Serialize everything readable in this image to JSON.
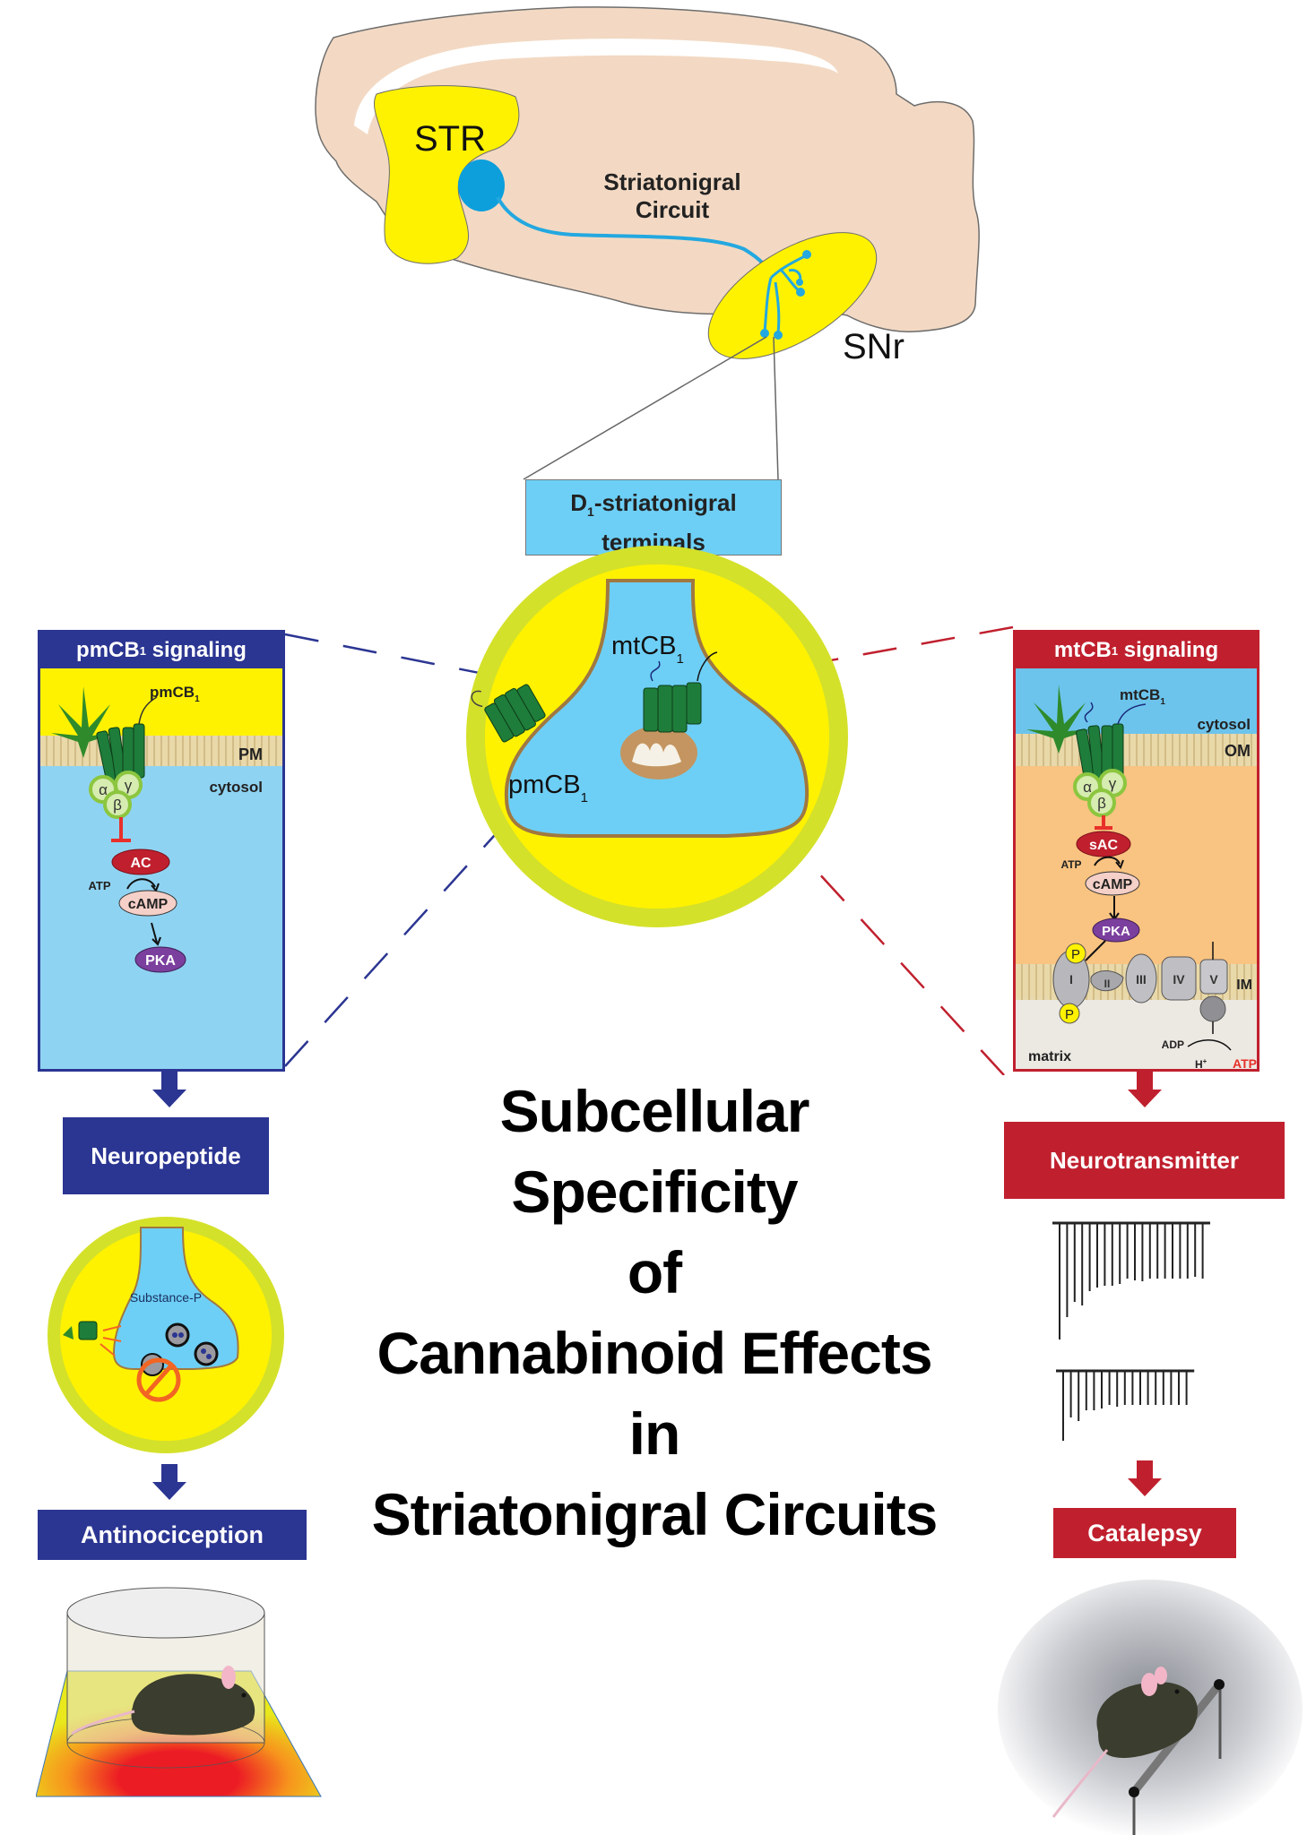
{
  "title": {
    "lines": [
      "Subcellular",
      "Specificity",
      "of",
      "Cannabinoid Effects",
      "in",
      "Striatonigral Circuits"
    ]
  },
  "brain": {
    "str_label": "STR",
    "snr_label": "SNr",
    "circuit_label_line1": "Striatonigral",
    "circuit_label_line2": "Circuit",
    "terminals_box_line1": "D",
    "terminals_box_sub": "1",
    "terminals_box_line1_rest": "-striatonigral",
    "terminals_box_line2": "terminals"
  },
  "terminal": {
    "mt_label": "mtCB",
    "pm_label": "pmCB",
    "subscript": "1"
  },
  "left_panel": {
    "header": "pmCB",
    "header_sub": "1",
    "header_rest": " signaling",
    "receptor_label": "pmCB",
    "receptor_sub": "1",
    "membrane_label": "PM",
    "compartment_label": "cytosol",
    "g_alpha": "α",
    "g_beta": "β",
    "g_gamma": "γ",
    "enzyme": "AC",
    "substrate": "ATP",
    "second_messenger": "cAMP",
    "kinase": "PKA",
    "outcome1": "Neuropeptide",
    "peptide_label": "Substance-P",
    "outcome2": "Antinociception"
  },
  "right_panel": {
    "header": "mtCB",
    "header_sub": "1",
    "header_rest": " signaling",
    "receptor_label": "mtCB",
    "receptor_sub": "1",
    "compartment_label": "cytosol",
    "membrane_label": "OM",
    "g_alpha": "α",
    "g_beta": "β",
    "g_gamma": "γ",
    "enzyme": "sAC",
    "substrate": "ATP",
    "second_messenger": "cAMP",
    "kinase": "PKA",
    "phospho": "P",
    "complexes": [
      "I",
      "II",
      "III",
      "IV",
      "V"
    ],
    "inner_membrane_label": "IM",
    "matrix_label": "matrix",
    "adp": "ADP",
    "proton": "H",
    "proton_sup": "+",
    "atp_out": "ATP",
    "outcome1": "Neurotransmitter",
    "outcome2": "Catalepsy"
  },
  "colors": {
    "blue_accent": "#2b3592",
    "red_accent": "#c0202e",
    "yellow": "#fff200",
    "light_blue": "#6dcff6",
    "brain_tan": "#f3d9c3",
    "terminal_ring": "#d4e12a",
    "purple": "#7b3f9e"
  }
}
